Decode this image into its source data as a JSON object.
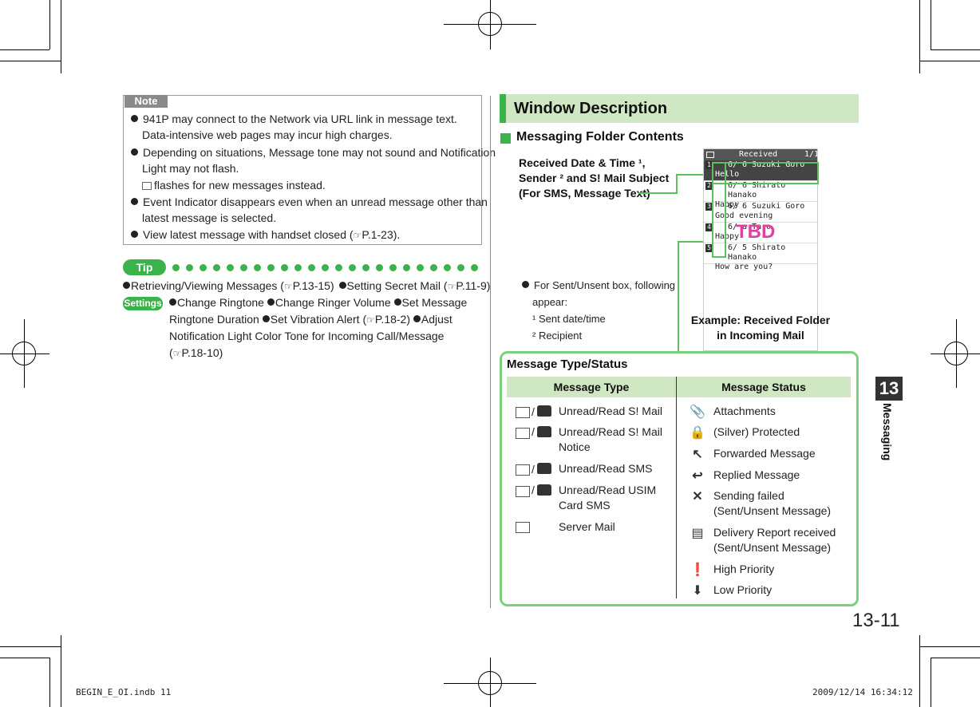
{
  "note": {
    "label": "Note",
    "items": [
      "941P may connect to the Network via URL link in message text.",
      "Data-intensive web pages may incur high charges.",
      "Depending on situations, Message tone may not sound and Notification",
      "Light may not flash.",
      "flashes for new messages instead.",
      "Event Indicator disappears even when an unread message other than",
      "latest message is selected.",
      "View latest message with handset closed (",
      "P.1-23)."
    ]
  },
  "tip": {
    "label": "Tip",
    "line1": "Retrieving/Viewing Messages (",
    "line1_ref": "P.13-15)",
    "line1b": "Setting Secret Mail (",
    "line1b_ref": "P.11-9)",
    "settings_label": "Settings",
    "s1": "Change Ringtone",
    "s2": "Change Ringer Volume",
    "s3": "Set Message",
    "s4": "Ringtone Duration",
    "s5": "Set Vibration Alert (",
    "s5_ref": "P.18-2)",
    "s6": "Adjust",
    "s7": "Notification Light Color Tone for Incoming Call/Message",
    "s8": "(",
    "s8_ref": "P.18-10)"
  },
  "window": {
    "title": "Window Description",
    "subtitle": "Messaging Folder Contents",
    "callout": [
      "Received Date & Time ¹,",
      "Sender ² and S! Mail Subject",
      "(For SMS, Message Text)"
    ],
    "screen_header": "Received",
    "screen_page": "1/1",
    "rows": [
      {
        "num": "1",
        "line1": "6/ 6 Suzuki Goro",
        "line2": "Hello"
      },
      {
        "num": "2",
        "line1": "6/ 6 Shirato Hanako",
        "line2": "Happy"
      },
      {
        "num": "3",
        "line1": "6/ 6 Suzuki Goro",
        "line2": "Good evening"
      },
      {
        "num": "4",
        "line1": "6/      a Taro",
        "line2": "Happy"
      },
      {
        "num": "5",
        "line1": "6/ 5 Shirato Hanako",
        "line2": "How are you?"
      }
    ],
    "tbd": "TBD",
    "example_caption": [
      "Example: Received Folder",
      "in Incoming Mail"
    ],
    "sent_note": [
      "For Sent/Unsent box, following",
      "appear:",
      "¹ Sent date/time",
      "² Recipient"
    ]
  },
  "message_type_status": {
    "title": "Message Type/Status",
    "col_type": "Message Type",
    "col_status": "Message Status",
    "types": [
      [
        "Unread/Read S! Mail"
      ],
      [
        "Unread/Read S! Mail",
        "Notice"
      ],
      [
        "Unread/Read SMS"
      ],
      [
        "Unread/Read USIM",
        "Card SMS"
      ],
      [
        "Server Mail"
      ]
    ],
    "statuses": [
      {
        "icon": "paperclip-icon",
        "text": [
          "Attachments"
        ]
      },
      {
        "icon": "lock-icon",
        "text": [
          "(Silver) Protected"
        ]
      },
      {
        "icon": "forward-arrow-icon",
        "text": [
          "Forwarded Message"
        ]
      },
      {
        "icon": "reply-arrow-icon",
        "text": [
          "Replied Message"
        ]
      },
      {
        "icon": "x-icon",
        "text": [
          "Sending failed",
          "(Sent/Unsent Message)"
        ]
      },
      {
        "icon": "report-icon",
        "text": [
          "Delivery Report received",
          "(Sent/Unsent Message)"
        ]
      },
      {
        "icon": "high-priority-icon",
        "text": [
          "High Priority"
        ]
      },
      {
        "icon": "low-priority-icon",
        "text": [
          "Low Priority"
        ]
      }
    ]
  },
  "chapter": {
    "number": "13",
    "name": "Messaging"
  },
  "page_number": "13-11",
  "footer": {
    "left": "BEGIN_E_OI.indb   11",
    "right": "2009/12/14   16:34:12"
  }
}
